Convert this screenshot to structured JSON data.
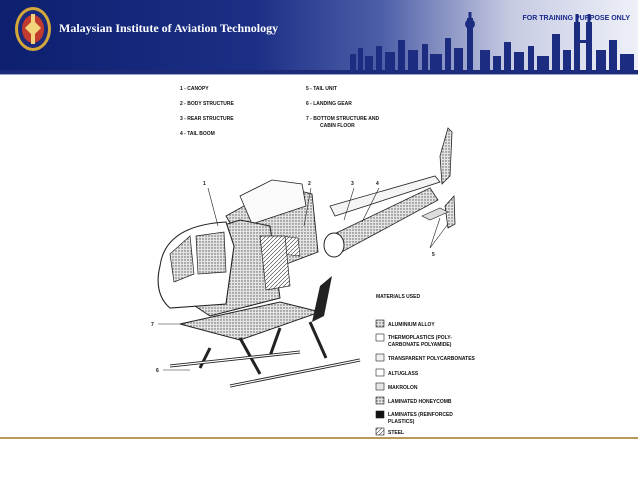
{
  "header": {
    "institute": "Malaysian Institute of Aviation Technology",
    "notice": "FOR TRAINING PURPOSE ONLY",
    "colors": {
      "banner_dark": "#0d1f6e",
      "banner_light": "#eef0f8",
      "accent": "#b79a5a"
    }
  },
  "parts": [
    {
      "num": "1",
      "label": "1 - CANOPY"
    },
    {
      "num": "2",
      "label": "2 - BODY STRUCTURE"
    },
    {
      "num": "3",
      "label": "3 - REAR STRUCTURE"
    },
    {
      "num": "4",
      "label": "4 - TAIL BOOM"
    },
    {
      "num": "5",
      "label": "5 - TAIL UNIT"
    },
    {
      "num": "6",
      "label": "6 - LANDING GEAR"
    },
    {
      "num": "7",
      "label_line1": "7 - BOTTOM STRUCTURE AND",
      "label_line2": "CABIN FLOOR"
    }
  ],
  "callouts": [
    "1",
    "2",
    "3",
    "4",
    "5",
    "6",
    "7"
  ],
  "legend": {
    "title": "MATERIALS USED",
    "items": [
      {
        "line1": "ALUMINIUM ALLOY",
        "line2": ""
      },
      {
        "line1": "THERMOPLASTICS (POLY-",
        "line2": "CARBONATE POLYAMIDE)"
      },
      {
        "line1": "TRANSPARENT POLYCARBONATES",
        "line2": ""
      },
      {
        "line1": "ALTUGLASS",
        "line2": ""
      },
      {
        "line1": "MAKROLON",
        "line2": ""
      },
      {
        "line1": "LAMINATED HONEYCOMB",
        "line2": ""
      },
      {
        "line1": "LAMINATES (REINFORCED",
        "line2": "PLASTICS)"
      },
      {
        "line1": "STEEL",
        "line2": ""
      }
    ]
  }
}
